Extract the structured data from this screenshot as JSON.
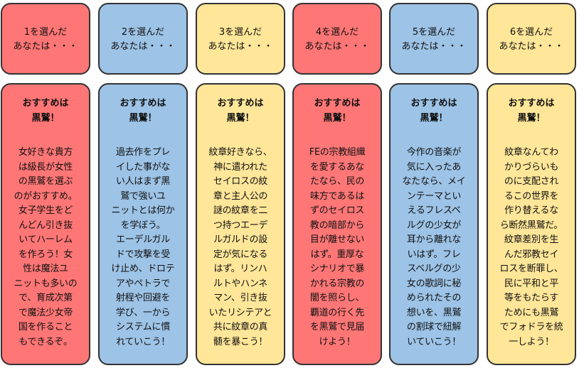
{
  "colors": {
    "red": "#ff7676",
    "blue": "#9dc3e6",
    "yellow": "#ffe699",
    "border": "#333333"
  },
  "cards": [
    {
      "question": "1を選んだ\nあなたは・・・",
      "heading": "おすすめは\n黒鷲！",
      "text": "女好きな貴方\nは級長が女性\nの黒鷲を選ぶ\nのがおすすめ。\n女子学生をど\nんどん引き抜\nいてハーレム\nを作ろう！女\n性は魔法ユ\nニットも多いの\nで、育成次第\nで魔法少女帝\n国を作ること\nもできるぞ。",
      "color": "#ff7676"
    },
    {
      "question": "2を選んだ\nあなたは・・・",
      "heading": "おすすめは\n黒鷲！",
      "text": "過去作をプレ\nイした事がな\nい人はまず黒\n鷲で強いユ\nニットとは何か\nを学ぼう。\nエーデルガル\nドで攻撃を受\nけ止め、ドロテ\nアやペトラで\n射程や回避を\n学び、一から\nシステムに慣\nれていこう！",
      "color": "#9dc3e6"
    },
    {
      "question": "3を選んだ\nあなたは・・・",
      "heading": "おすすめは\n黒鷲！",
      "text": "紋章好きなら、\n神に遣われた\nセイロスの紋\n章と主人公の\n謎の紋章を二\nつ持つエーデ\nルガルドの設\n定が気になる\nはず。リンハ\nルトやハンネ\nマン、引き抜\nいたリシテアと\n共に紋章の真\n髄を暴こう！",
      "color": "#ffe699"
    },
    {
      "question": "4を選んだ\nあなたは・・・",
      "heading": "おすすめは\n黒鷲！",
      "text": "FEの宗教組織\nを愛するあな\nたなら、民の\n味方であるは\nずのセイロス\n教の暗部から\n目が離せない\nはず。重厚な\nシナリオで暴\nかれる宗教の\n闇を照らし、\n覇道の行く先\nを黒鷲で見届\nけよう！",
      "color": "#ff7676"
    },
    {
      "question": "5を選んだ\nあなたは・・・",
      "heading": "おすすめは\n黒鷲！",
      "text": "今作の音楽が\n気に入ったあ\nなたなら、メイ\nンテーマとい\nえるフレスベ\nルグの少女が\n耳から離れな\nいはず。フレ\nスベルグの少\n女の歌詞に秘\nめられたその\n想いを、黒鷲\nの割球で紐解\nいていこう！",
      "color": "#9dc3e6"
    },
    {
      "question": "6を選んだ\nあなたは・・・",
      "heading": "おすすめは\n黒鷲！",
      "text": "紋章なんてわ\nかりづらいも\nのに支配され\nるこの世界を\n作り替えるな\nら断然黒鷲だ。\n紋章差別を生\nんだ邪教セイ\nロスを断罪し、\n民に平和と平\n等をもたらす\nためにも黒鷲\nでフォドラを統\n一しよう！",
      "color": "#ffe699"
    }
  ]
}
